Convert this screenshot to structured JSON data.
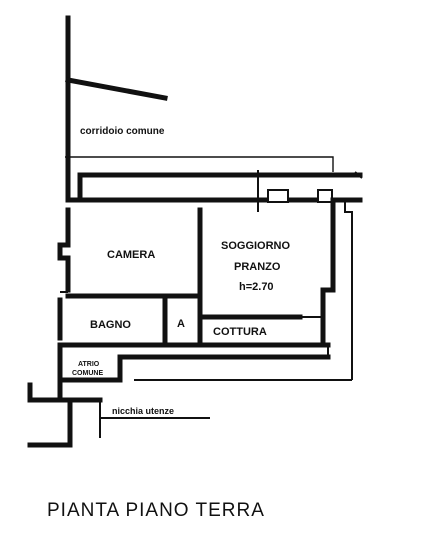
{
  "plan": {
    "corridor_label": "corridoio comune",
    "rooms": {
      "camera": "CAMERA",
      "soggiorno_line1": "SOGGIORNO",
      "soggiorno_line2": "PRANZO",
      "soggiorno_height": "h=2.70",
      "bagno": "BAGNO",
      "antibagno": "A",
      "cottura": "COTTURA",
      "atrio_line1": "ATRIO",
      "atrio_line2": "COMUNE"
    },
    "nicchia_label": "nicchia utenze"
  },
  "footer": {
    "title": "PIANTA PIANO TERRA"
  }
}
